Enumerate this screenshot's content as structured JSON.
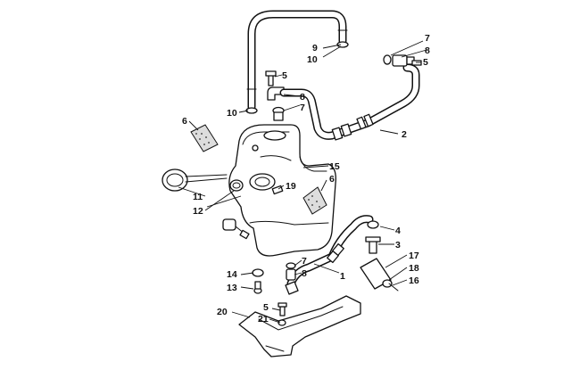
{
  "callouts": {
    "c1": "1",
    "c2": "2",
    "c3": "3",
    "c4": "4",
    "c5a": "5",
    "c5b": "5",
    "c5c": "5",
    "c6a": "6",
    "c6b": "6",
    "c7a": "7",
    "c7b": "7",
    "c7c": "7",
    "c8a": "8",
    "c8b": "8",
    "c8c": "8",
    "c9": "9",
    "c10a": "10",
    "c10b": "10",
    "c11": "11",
    "c12": "12",
    "c13": "13",
    "c14": "14",
    "c15": "15",
    "c16": "16",
    "c17": "17",
    "c18": "18",
    "c19": "19",
    "c20": "20",
    "c21": "21"
  }
}
